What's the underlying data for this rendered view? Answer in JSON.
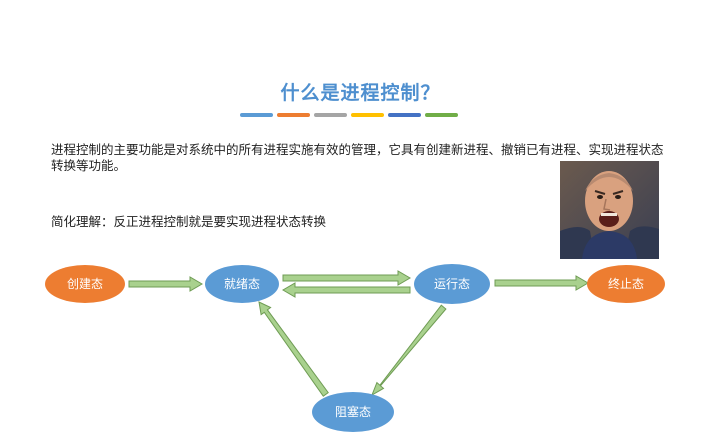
{
  "title": "什么是进程控制？",
  "stripe_colors": [
    "#5b9bd5",
    "#ed7d31",
    "#a5a5a5",
    "#ffc000",
    "#4472c4",
    "#70ad47"
  ],
  "paragraph": "进程控制的主要功能是对系统中的所有进程实施有效的管理，它具有创建新进程、撤销已有进程、实现进程状态转换等功能。",
  "simplified": "简化理解：反正进程控制就是要实现进程状态转换",
  "colors": {
    "orange_node": "#ed7d31",
    "blue_node": "#5b9bd5",
    "arrow_fill": "#a9d18e",
    "arrow_stroke": "#6f9c54"
  },
  "states": {
    "create": "创建态",
    "ready": "就绪态",
    "running": "运行态",
    "terminate": "终止态",
    "blocked": "阻塞态"
  }
}
